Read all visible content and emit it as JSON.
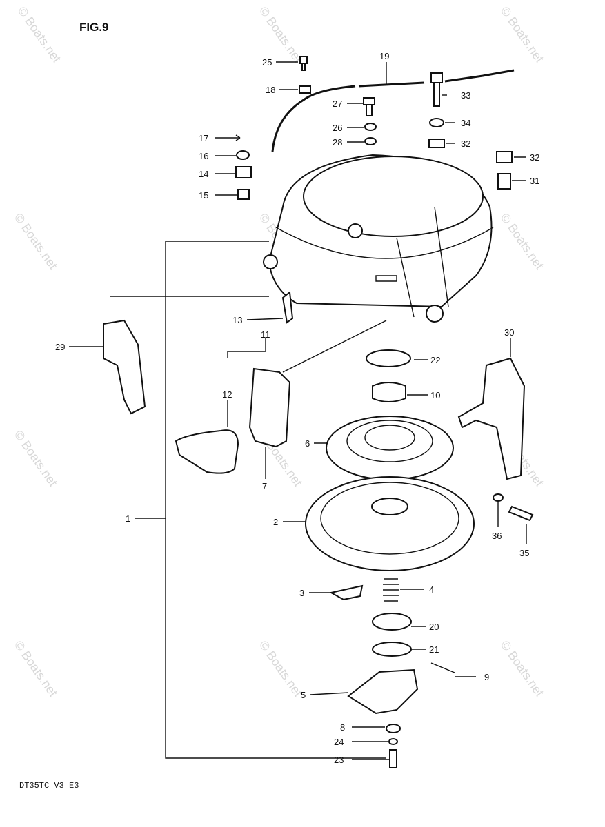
{
  "figure": {
    "title": "FIG.9",
    "footer": "DT35TC V3 E3"
  },
  "watermark": "© Boats.net",
  "callouts": [
    {
      "id": "25",
      "text": "25"
    },
    {
      "id": "19",
      "text": "19"
    },
    {
      "id": "18",
      "text": "18"
    },
    {
      "id": "27",
      "text": "27"
    },
    {
      "id": "33",
      "text": "33"
    },
    {
      "id": "26",
      "text": "26"
    },
    {
      "id": "34",
      "text": "34"
    },
    {
      "id": "28",
      "text": "28"
    },
    {
      "id": "32a",
      "text": "32"
    },
    {
      "id": "17",
      "text": "17"
    },
    {
      "id": "16",
      "text": "16"
    },
    {
      "id": "32b",
      "text": "32"
    },
    {
      "id": "14",
      "text": "14"
    },
    {
      "id": "31",
      "text": "31"
    },
    {
      "id": "15",
      "text": "15"
    },
    {
      "id": "13",
      "text": "13"
    },
    {
      "id": "11",
      "text": "11"
    },
    {
      "id": "30",
      "text": "30"
    },
    {
      "id": "29",
      "text": "29"
    },
    {
      "id": "22",
      "text": "22"
    },
    {
      "id": "12",
      "text": "12"
    },
    {
      "id": "10",
      "text": "10"
    },
    {
      "id": "6",
      "text": "6"
    },
    {
      "id": "7",
      "text": "7"
    },
    {
      "id": "1",
      "text": "1"
    },
    {
      "id": "2",
      "text": "2"
    },
    {
      "id": "36",
      "text": "36"
    },
    {
      "id": "35",
      "text": "35"
    },
    {
      "id": "3",
      "text": "3"
    },
    {
      "id": "4",
      "text": "4"
    },
    {
      "id": "20",
      "text": "20"
    },
    {
      "id": "21",
      "text": "21"
    },
    {
      "id": "9",
      "text": "9"
    },
    {
      "id": "5",
      "text": "5"
    },
    {
      "id": "8",
      "text": "8"
    },
    {
      "id": "24",
      "text": "24"
    },
    {
      "id": "23",
      "text": "23"
    }
  ]
}
